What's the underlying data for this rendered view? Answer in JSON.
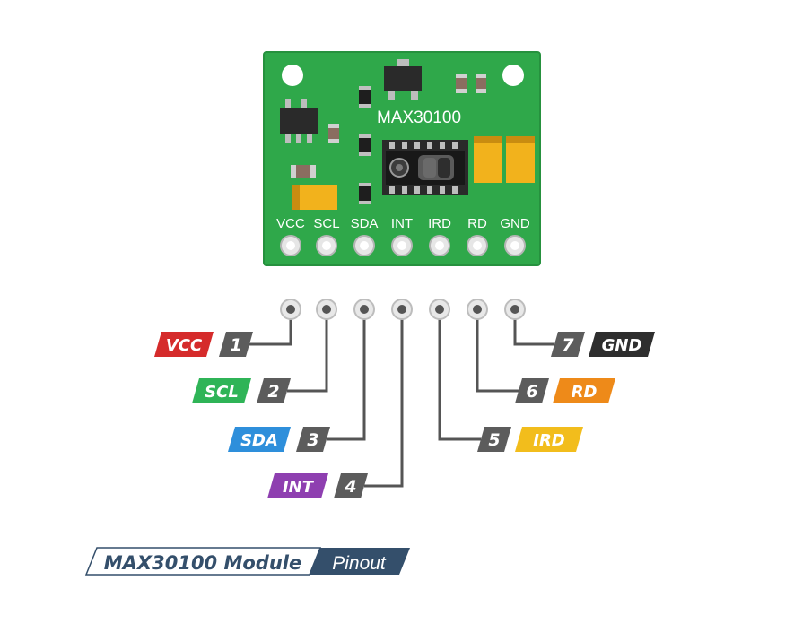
{
  "board": {
    "chip_label": "MAX30100",
    "colors": {
      "pcb": "#2fa84a",
      "pcb_edge": "#26913e"
    }
  },
  "pins": [
    {
      "num": "1",
      "name": "VCC",
      "color": "#d52b2b"
    },
    {
      "num": "2",
      "name": "SCL",
      "color": "#2fb457"
    },
    {
      "num": "3",
      "name": "SDA",
      "color": "#2e8fdb"
    },
    {
      "num": "4",
      "name": "INT",
      "color": "#8e3fb0"
    },
    {
      "num": "5",
      "name": "IRD",
      "color": "#f2bd1c"
    },
    {
      "num": "6",
      "name": "RD",
      "color": "#ee8a19"
    },
    {
      "num": "7",
      "name": "GND",
      "color": "#2e2e2e"
    }
  ],
  "number_color": "#5c5c5c",
  "line_color": "#555555",
  "footer": {
    "title": "MAX30100 Module",
    "subtitle": "Pinout",
    "title_bg": "#ffffff",
    "subtitle_bg": "#344f6b",
    "text_color": "#344f6b"
  }
}
